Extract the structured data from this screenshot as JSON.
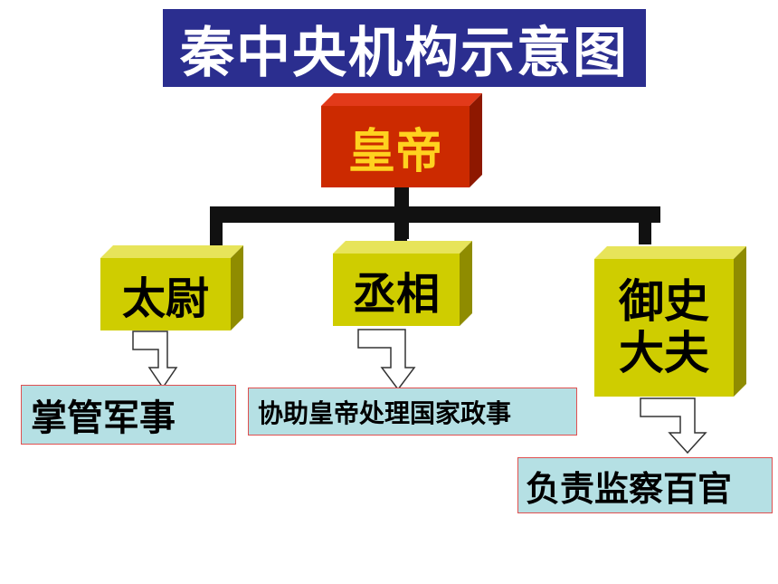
{
  "title": "秦中央机构示意图",
  "nodes": {
    "emperor": "皇帝",
    "taiwei": "太尉",
    "chengxiang": "丞相",
    "yushi_line1": "御史",
    "yushi_line2": "大夫"
  },
  "duties": {
    "taiwei": "掌管军事",
    "chengxiang": "协助皇帝处理国家政事",
    "yushi": "负责监察百官"
  },
  "colors": {
    "title_bg": "#2b2e8f",
    "emperor_front": "#cc2a00",
    "emperor_text": "#ffd21f",
    "official_front": "#cfcd00",
    "note_bg": "#b5e0e4",
    "note_border": "#e05050"
  }
}
